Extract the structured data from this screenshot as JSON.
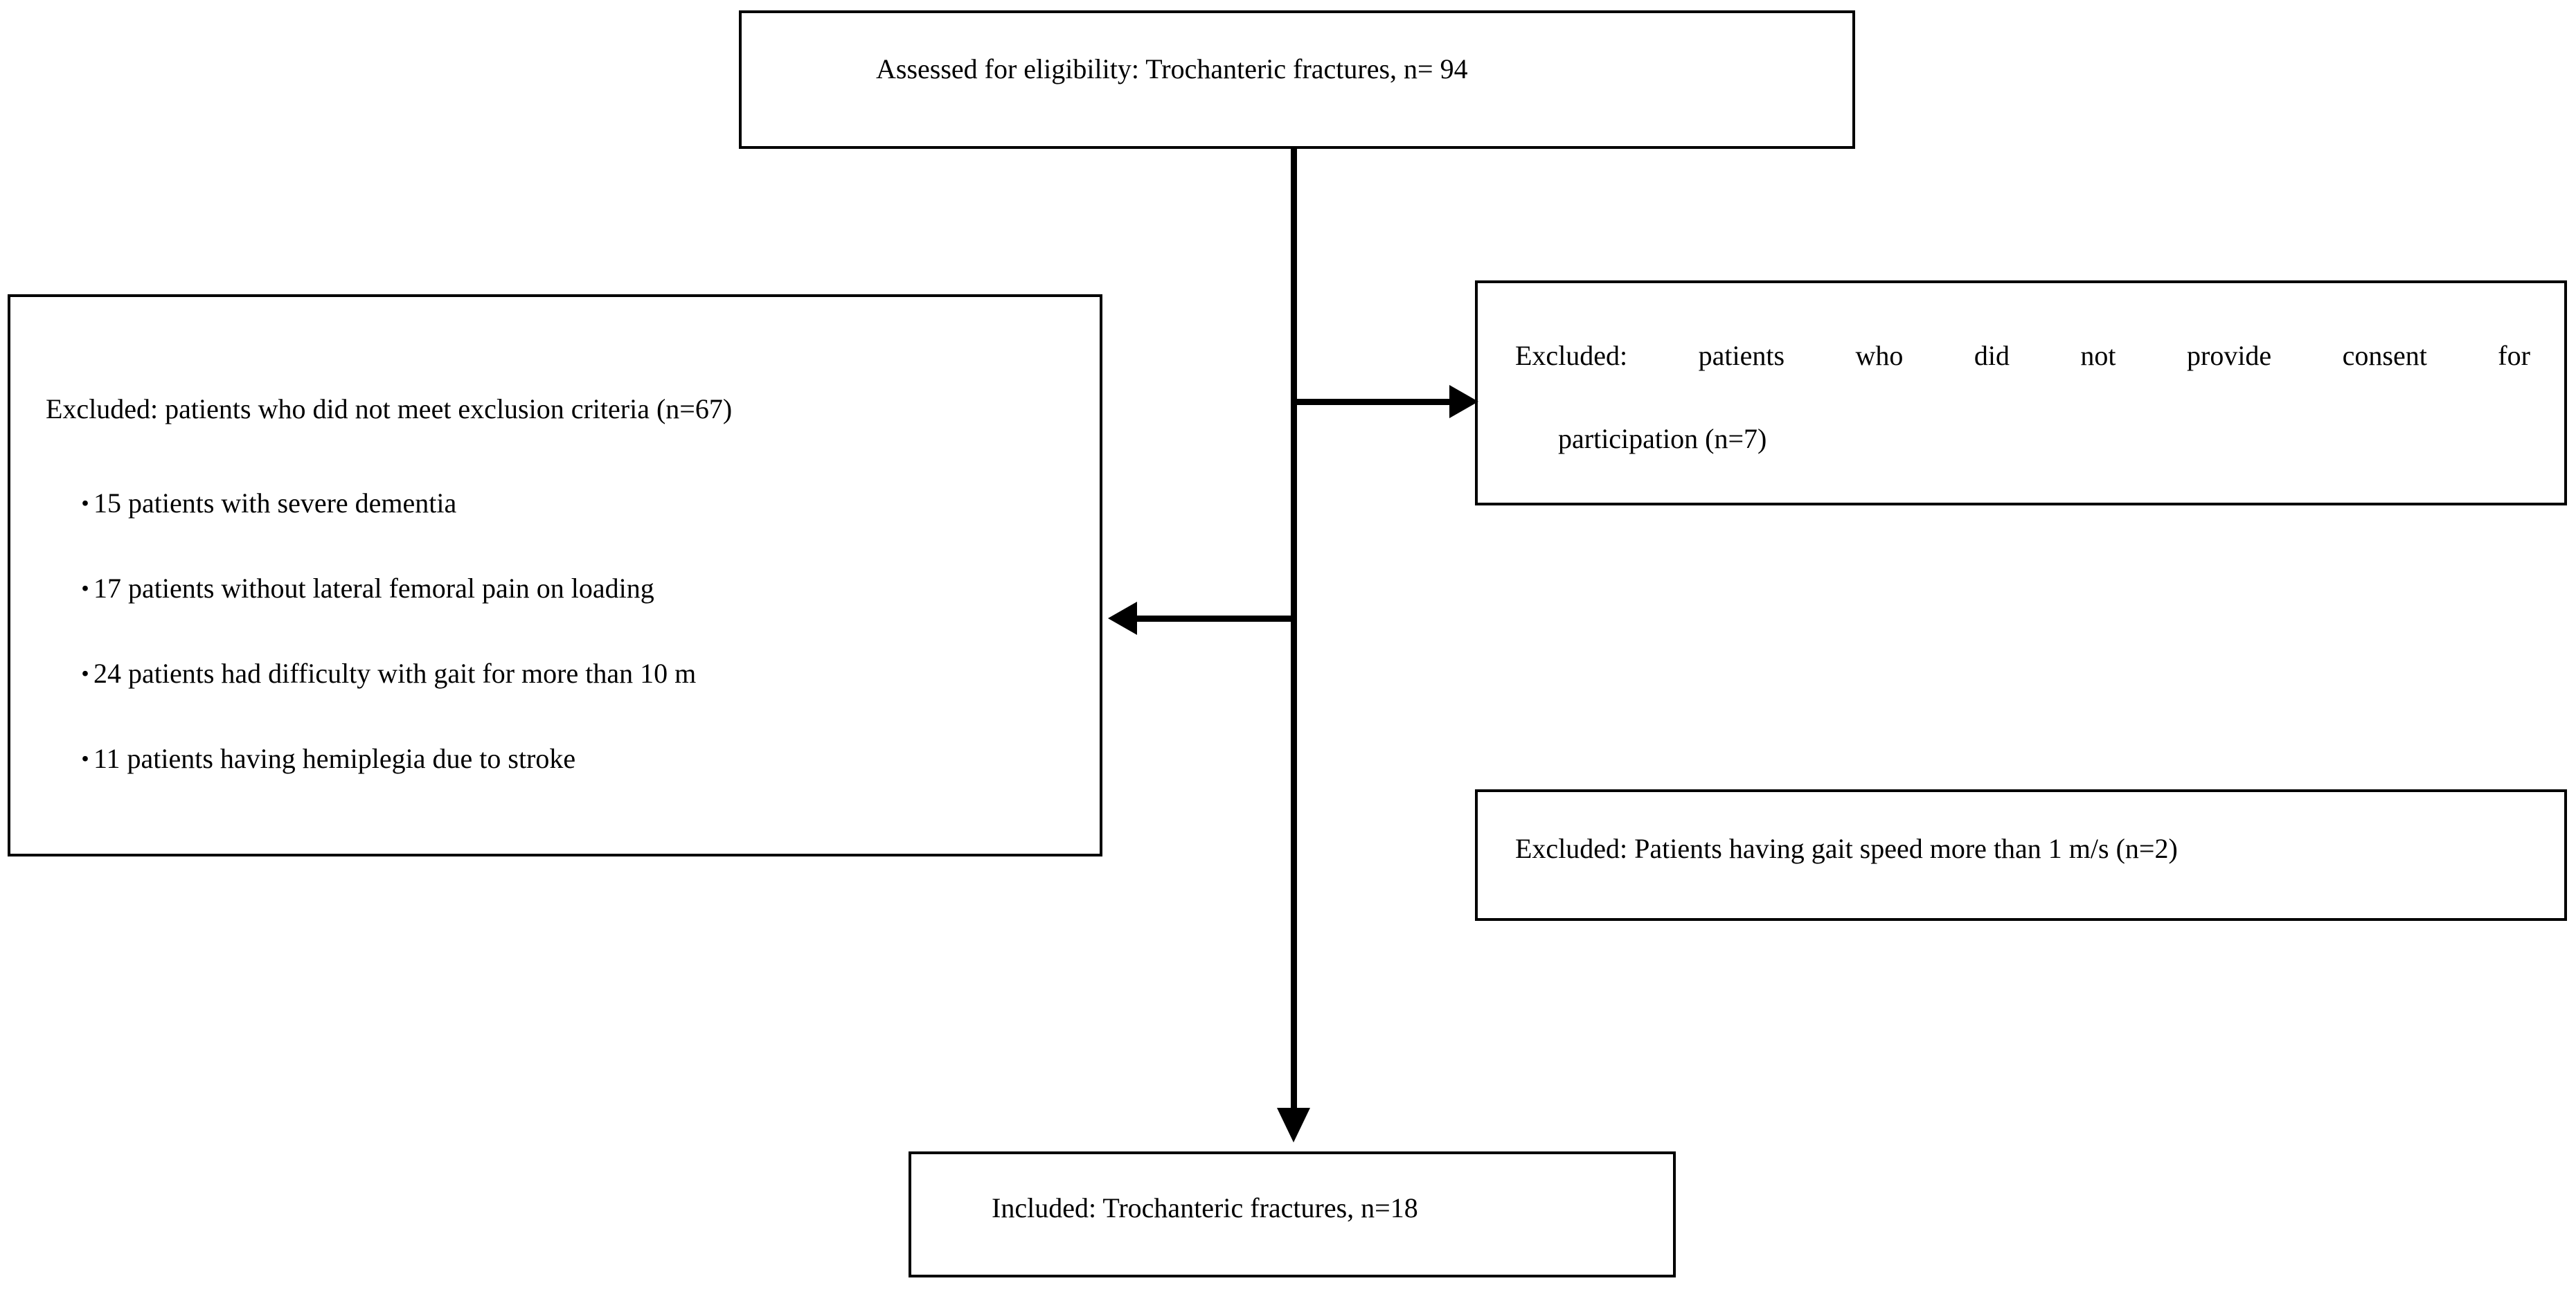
{
  "figure": {
    "type": "flow-diagram",
    "title": "Participant selection flow diagram"
  },
  "nodes": {
    "assessed": {
      "label": "Assessed for eligibility: Trochanteric fractures, n= 94",
      "n": 94
    },
    "excluded_criteria": {
      "heading": "Excluded: patients who did not meet exclusion criteria (n=67)",
      "n": 67,
      "bullet_symbol": "・",
      "bullets": [
        "15 patients with severe dementia",
        "17 patients without lateral femoral pain on loading",
        "24 patients had difficulty with gait for more than 10 m",
        "11 patients having hemiplegia due to stroke"
      ]
    },
    "excluded_consent": {
      "line1_words": [
        "Excluded:",
        "patients",
        "who",
        "did",
        "not",
        "provide",
        "consent",
        "for"
      ],
      "line2": "participation (n=7)",
      "n": 7
    },
    "excluded_speed": {
      "label": "Excluded: Patients having gait speed more than 1 m/s (n=2)",
      "n": 2
    },
    "included": {
      "label": "Included: Trochanteric fractures, n=18",
      "n": 18
    }
  },
  "connectors": {
    "trunk": "vertical-trunk",
    "to_consent": "arrow-right",
    "to_criteria": "arrow-left",
    "to_included": "arrow-down"
  },
  "colors": {
    "stroke": "#000000",
    "background": "#ffffff",
    "text": "#000000"
  }
}
